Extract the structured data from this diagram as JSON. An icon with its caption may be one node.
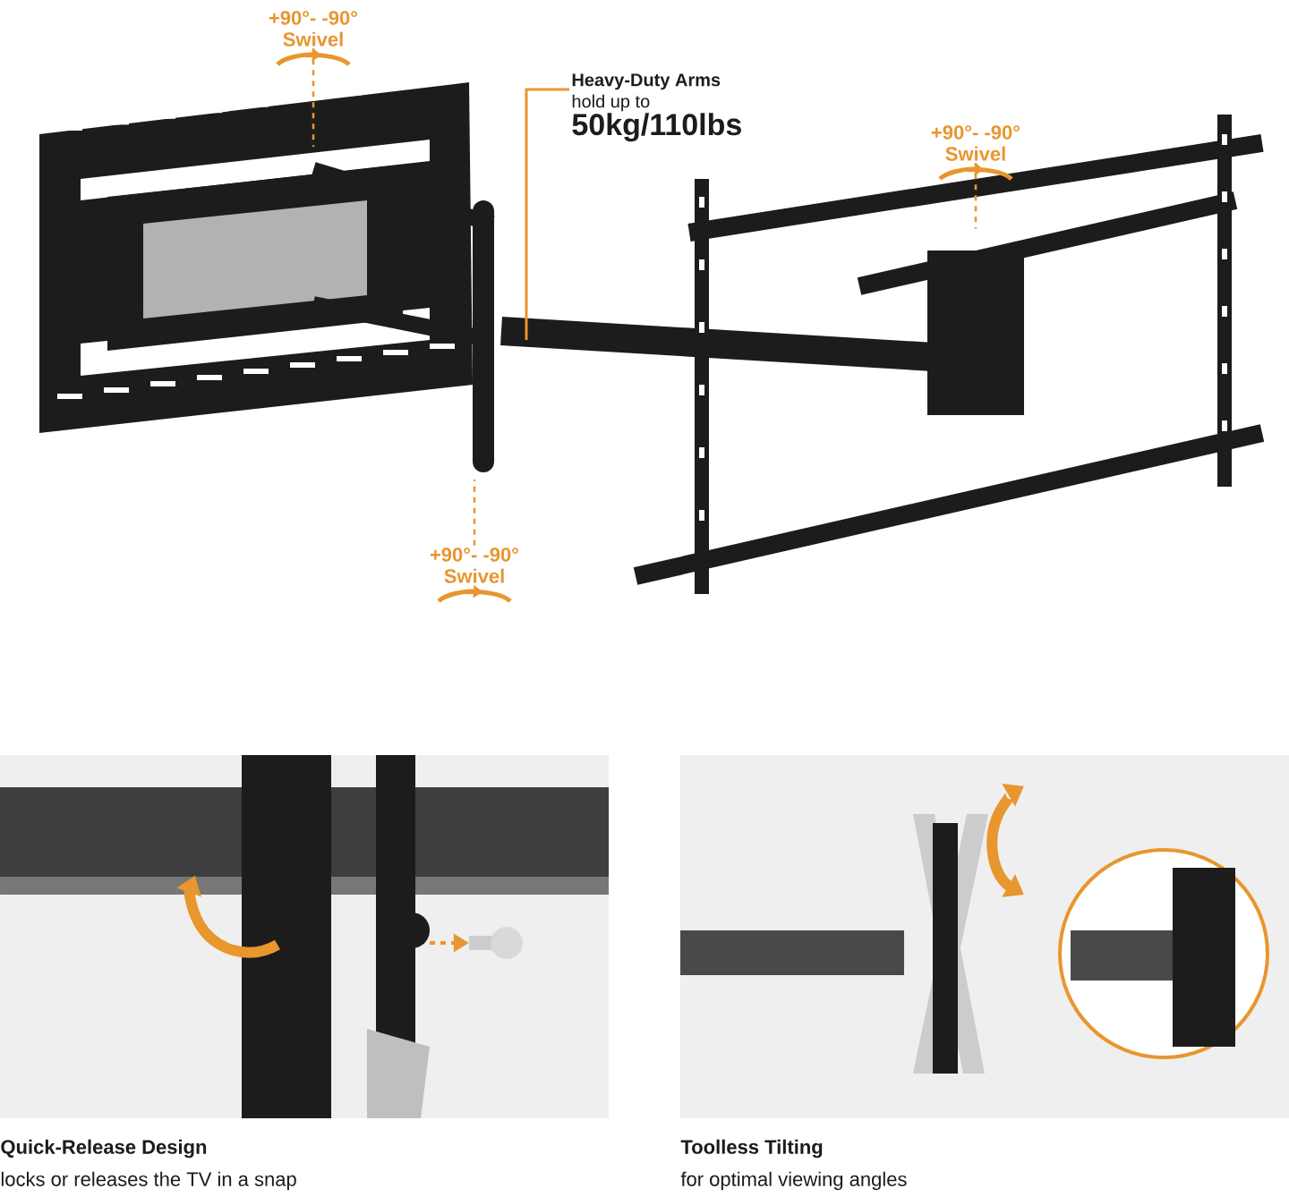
{
  "diagram": {
    "nodes": [
      {
        "text": [
          "+90°- -90°",
          "Swivel"
        ]
      },
      {
        "text": [
          "+90°- -90°",
          "Swivel"
        ]
      },
      {
        "text": [
          "+90°- -90°",
          "Swivel"
        ]
      },
      {
        "text": [
          "Heavy-Duty Arms",
          "hold up to",
          "50kg/110lbs"
        ]
      }
    ],
    "edges": [
      {
        "from": 0,
        "to": null,
        "arrow": "none",
        "style": "dashed"
      },
      {
        "from": 1,
        "to": null,
        "arrow": "none",
        "style": "dashed"
      },
      {
        "from": 2,
        "to": null,
        "arrow": "none",
        "style": "dashed"
      }
    ],
    "labels": [
      "Quick-Release Design",
      "locks or releases the TV in a snap",
      "Toolless Tilting",
      "for optimal viewing angles"
    ]
  }
}
